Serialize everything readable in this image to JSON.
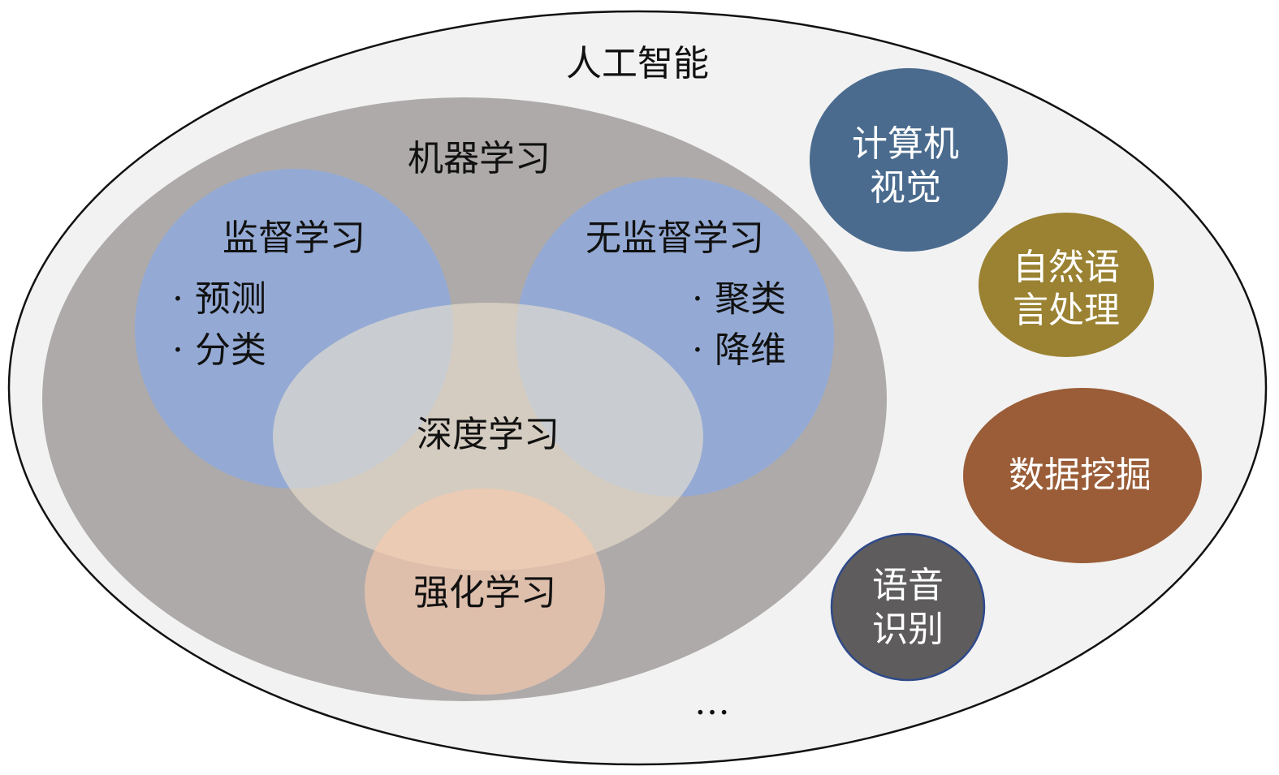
{
  "title": "人工智能",
  "machine_learning": {
    "label": "机器学习",
    "supervised": {
      "label": "监督学习",
      "items": [
        "· 预测",
        "· 分类"
      ]
    },
    "unsupervised": {
      "label": "无监督学习",
      "items": [
        "· 聚类",
        "· 降维"
      ]
    },
    "deep_learning": {
      "label": "深度学习"
    },
    "reinforcement": {
      "label": "强化学习"
    }
  },
  "fields": {
    "cv": {
      "lines": [
        "计算机",
        "视觉"
      ],
      "color": "#4a6b8e"
    },
    "nlp": {
      "lines": [
        "自然语",
        "言处理"
      ],
      "color": "#9a8232"
    },
    "data_mining": {
      "lines": [
        "数据挖掘"
      ],
      "color": "#9a5d38"
    },
    "speech": {
      "lines": [
        "语音",
        "识别"
      ],
      "color": "#5e5c5c"
    }
  },
  "ellipsis": "…"
}
